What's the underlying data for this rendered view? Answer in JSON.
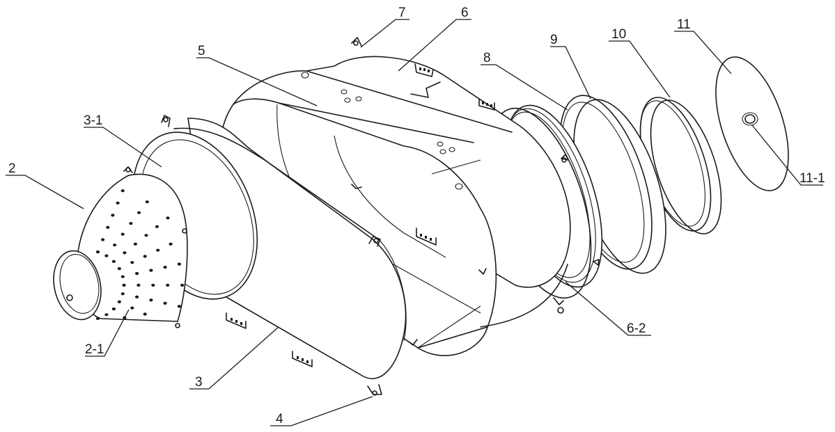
{
  "labels": {
    "p2": "2",
    "p2_1": "2-1",
    "p3": "3",
    "p3_1": "3-1",
    "p4": "4",
    "p5": "5",
    "p6": "6",
    "p6_2": "6-2",
    "p7": "7",
    "p8": "8",
    "p9": "9",
    "p10": "10",
    "p11": "11",
    "p11_1": "11-1"
  }
}
